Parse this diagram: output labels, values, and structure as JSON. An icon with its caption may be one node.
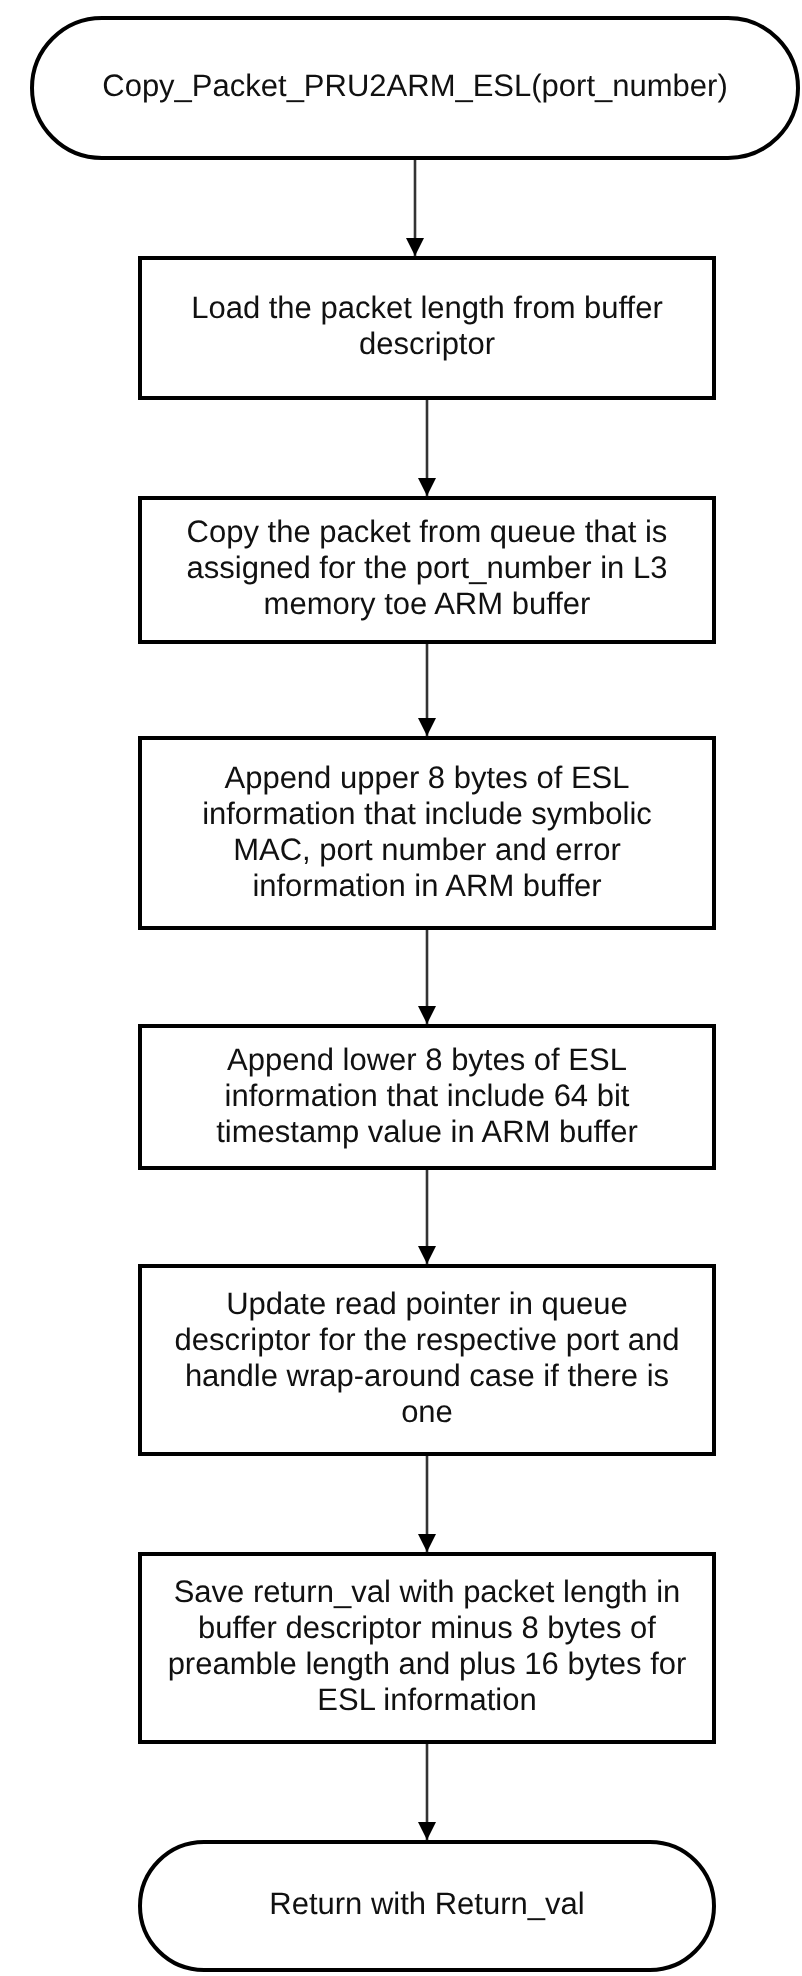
{
  "diagram": {
    "nodes": [
      {
        "text": [
          "Copy_Packet_PRU2ARM_ESL(port_number)"
        ]
      },
      {
        "text": [
          "Load the packet length from buffer descriptor"
        ]
      },
      {
        "text": [
          "Copy the packet from queue that is assigned for the port_number in L3 memory toe ARM buffer"
        ]
      },
      {
        "text": [
          "Append upper 8 bytes of ESL information that include symbolic MAC, port number and error information in ARM buffer"
        ]
      },
      {
        "text": [
          "Append lower 8 bytes of ESL information that include 64 bit timestamp value in ARM buffer"
        ]
      },
      {
        "text": [
          "Update read pointer in queue descriptor for the respective port and handle wrap-around case if there is one"
        ]
      },
      {
        "text": [
          "Save return_val with packet length in buffer descriptor minus 8 bytes of preamble length and plus 16 bytes for ESL information"
        ]
      },
      {
        "text": [
          "Return with Return_val"
        ]
      }
    ],
    "edges": [
      {
        "from": 0,
        "to": 1,
        "arrow": "to"
      },
      {
        "from": 1,
        "to": 2,
        "arrow": "to"
      },
      {
        "from": 2,
        "to": 3,
        "arrow": "to"
      },
      {
        "from": 3,
        "to": 4,
        "arrow": "to"
      },
      {
        "from": 4,
        "to": 5,
        "arrow": "to"
      },
      {
        "from": 5,
        "to": 6,
        "arrow": "to"
      },
      {
        "from": 6,
        "to": 7,
        "arrow": "to"
      }
    ]
  }
}
